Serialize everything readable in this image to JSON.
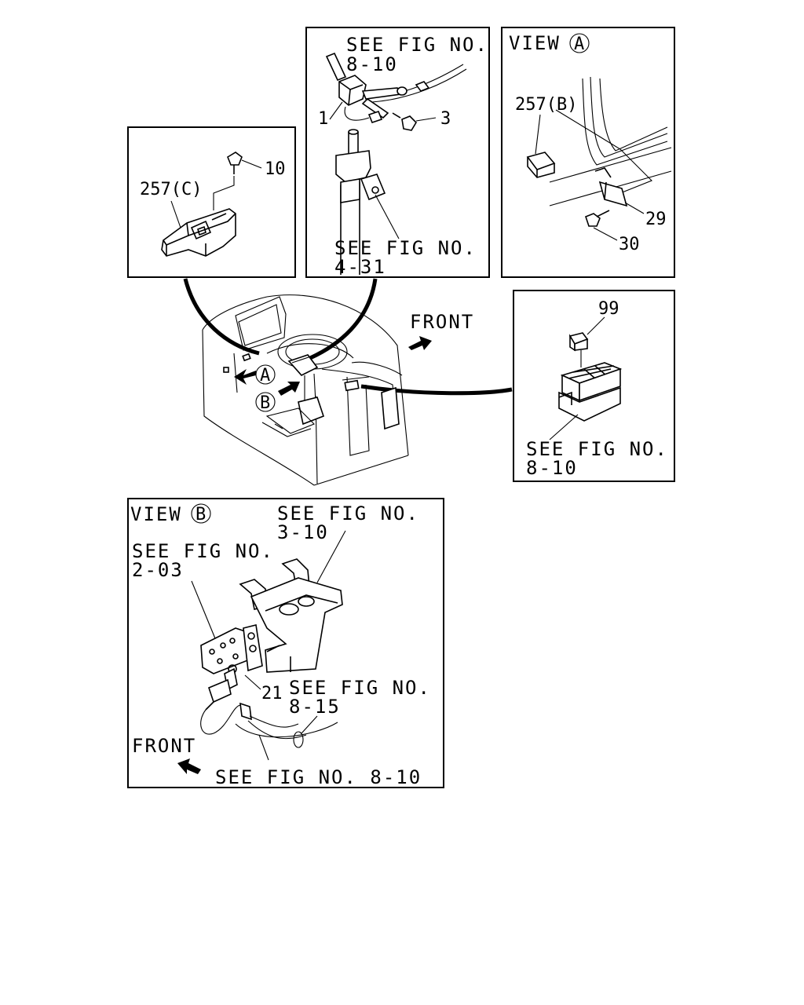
{
  "panels": {
    "panel_c": {
      "part_257c": "257(C)",
      "part_10": "10"
    },
    "panel_top": {
      "see_fig_a_line1": "SEE FIG NO.",
      "see_fig_a_line2": "8-10",
      "part_1": "1",
      "part_3": "3",
      "see_fig_b_line1": "SEE FIG NO.",
      "see_fig_b_line2": "4-31"
    },
    "view_a": {
      "title": "VIEW",
      "marker": "A",
      "part_257b": "257(B)",
      "part_29": "29",
      "part_30": "30"
    },
    "relay": {
      "part_99": "99",
      "see_fig_line1": "SEE FIG NO.",
      "see_fig_line2": "8-10"
    },
    "main": {
      "front": "FRONT",
      "marker_a": "A",
      "marker_b": "B"
    },
    "view_b": {
      "title": "VIEW",
      "marker": "B",
      "see_fig_1_line1": "SEE FIG NO.",
      "see_fig_1_line2": "3-10",
      "see_fig_2_line1": "SEE FIG NO.",
      "see_fig_2_line2": "2-03",
      "part_21": "21",
      "see_fig_3_line1": "SEE FIG NO.",
      "see_fig_3_line2": "8-15",
      "front": "FRONT",
      "see_fig_4": "SEE FIG NO. 8-10"
    }
  }
}
